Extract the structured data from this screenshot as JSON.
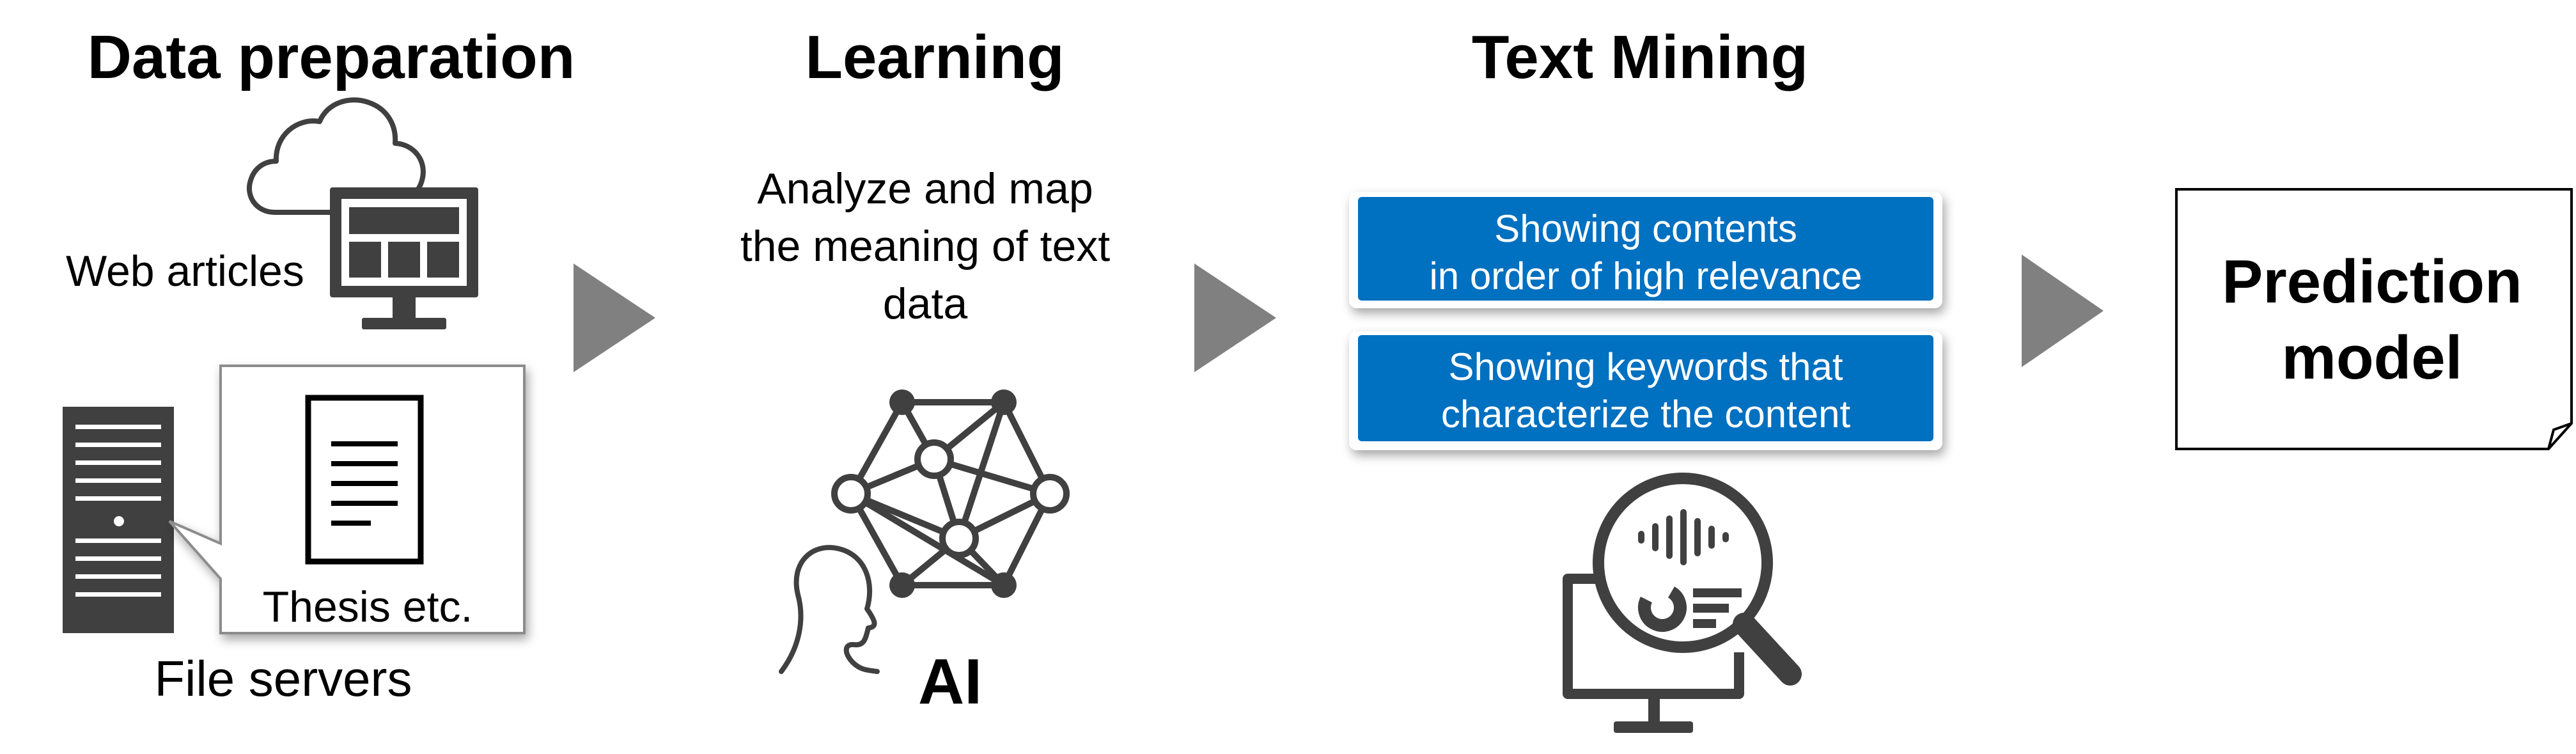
{
  "headings": {
    "data_preparation": "Data preparation",
    "learning": "Learning",
    "text_mining": "Text Mining"
  },
  "data_preparation": {
    "web_articles_label": "Web articles",
    "thesis_label": "Thesis etc.",
    "file_servers_label": "File servers"
  },
  "learning": {
    "description_lines": [
      "Analyze and map",
      "the meaning of text",
      "data"
    ],
    "ai_label": "AI"
  },
  "text_mining": {
    "relevance_box_lines": [
      "Showing contents",
      "in order of high relevance"
    ],
    "keywords_box_lines": [
      "Showing keywords that",
      "characterize the content"
    ]
  },
  "prediction": {
    "lines": [
      "Prediction",
      "model"
    ]
  },
  "colors": {
    "accent_blue": "#0070C0",
    "arrow_gray": "#808080",
    "icon_dark": "#404040"
  },
  "icons": [
    "cloud-icon",
    "web-monitor-icon",
    "file-server-icon",
    "document-icon",
    "neural-network-icon",
    "human-head-icon",
    "magnifier-analytics-icon"
  ]
}
